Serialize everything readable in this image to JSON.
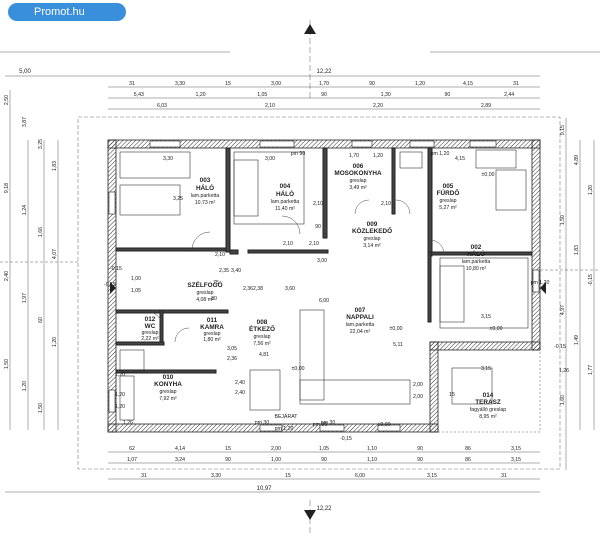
{
  "watermark": "Promot.hu",
  "rooms": [
    {
      "num": "003",
      "name": "HÁLÓ",
      "floor": "lam.parketta",
      "area": "10,73 m²"
    },
    {
      "num": "004",
      "name": "HÁLÓ",
      "floor": "lam.parketta",
      "area": "11,40 m²"
    },
    {
      "num": "006",
      "name": "MOSOKONYHA",
      "floor": "greslap",
      "area": "3,49 m²"
    },
    {
      "num": "005",
      "name": "FÜRDŐ",
      "floor": "greslap",
      "area": "5,27 m²"
    },
    {
      "num": "009",
      "name": "KÖZLEKEDŐ",
      "floor": "greslap",
      "area": "3,14 m²"
    },
    {
      "num": "002",
      "name": "HÁLÓ",
      "floor": "lam.parketta",
      "area": "10,80 m²"
    },
    {
      "num": "",
      "name": "SZÉLFOGÓ",
      "floor": "greslap",
      "area": "4,08 m²"
    },
    {
      "num": "012",
      "name": "WC",
      "floor": "greslap",
      "area": "2,22 m²"
    },
    {
      "num": "011",
      "name": "KAMRA",
      "floor": "greslap",
      "area": "1,80 m²"
    },
    {
      "num": "007",
      "name": "NAPPALI",
      "floor": "lam.parketta",
      "area": "22,04 m²"
    },
    {
      "num": "008",
      "name": "ÉTKEZŐ",
      "floor": "greslap",
      "area": "7,56 m²"
    },
    {
      "num": "010",
      "name": "KONYHA",
      "floor": "greslap",
      "area": "7,92 m²"
    },
    {
      "num": "014",
      "name": "TERASZ",
      "floor": "fagyálló greslap",
      "area": "8,95 m²"
    }
  ],
  "dims_top": {
    "r1": [
      "5,00",
      "12,22"
    ],
    "r2": [
      "31",
      "3,30",
      "15",
      "3,00",
      "1,70",
      "90",
      "1,20",
      "4,15",
      "31"
    ],
    "r3": [
      "5,43",
      "1,20",
      "1,05",
      "90",
      "1,30",
      "90",
      "2,44"
    ],
    "r4": [
      "6,03",
      "2,10",
      "2,20",
      "2,89"
    ]
  },
  "dims_bottom": {
    "r1": [
      "62",
      "4,14",
      "15",
      "2,00",
      "1,05",
      "1,10",
      "90",
      "86",
      "3,15"
    ],
    "r2": [
      "1,07",
      "3,24",
      "90",
      "1,00",
      "90",
      "1,10",
      "90",
      "86",
      "3,15"
    ],
    "r3": [
      "31",
      "3,30",
      "15",
      "6,00",
      "3,15",
      "31"
    ],
    "r4": [
      "10,97",
      "12,22"
    ]
  },
  "dims_left": [
    "2,50",
    "3,87",
    "3,25",
    "1,83",
    "9,18",
    "1,24",
    "1,66",
    "4,07",
    "2,40",
    "1,97",
    "60",
    "1,20",
    "1,50",
    "1,20",
    "1,50"
  ],
  "dims_right": [
    "9,15",
    "4,89",
    "1,20",
    "1,50",
    "1,83",
    "-0,15",
    "4,97",
    "1,49",
    "1,77",
    "1,60"
  ],
  "inner_labels": [
    "3,30",
    "3,00",
    "1,70",
    "1,20",
    "4,15",
    "3,25",
    "2,10",
    "90",
    "2,10",
    "3,40",
    "2,36",
    "2,38",
    "3,60",
    "3,00",
    "6,00",
    "5,11",
    "4,81",
    "3,15",
    "3,15",
    "1,00",
    "1,05",
    "2,36",
    "2,40",
    "2,40",
    "2,00",
    "2,00",
    "1,20",
    "1,20",
    "1,20",
    "3,05",
    "2,10",
    "2,10",
    "pm 90",
    "pm 90",
    "pm 1,20",
    "pm 1,20",
    "pm 30",
    "pm 30",
    "pm 1,20",
    "±0,00",
    "±0,00",
    "±0,00",
    "±0,00",
    "±0,00",
    "-0,15",
    "-0,15",
    "-0,15",
    "-0,15",
    "1,26",
    "1,26",
    "BEJÁRAT",
    "15",
    "75",
    "80",
    "2,10",
    "2,35"
  ]
}
